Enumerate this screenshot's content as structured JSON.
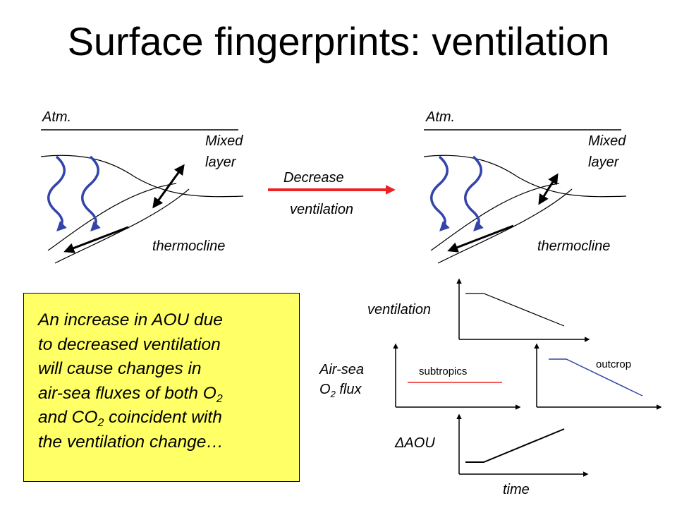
{
  "title": "Surface fingerprints: ventilation",
  "left_panel": {
    "atm_label": "Atm.",
    "mixed_layer_line1": "Mixed",
    "mixed_layer_line2": "layer",
    "thermocline_label": "thermocline"
  },
  "transition": {
    "label_top": "Decrease",
    "label_bottom": "ventilation"
  },
  "right_panel": {
    "atm_label": "Atm.",
    "mixed_layer_line1": "Mixed",
    "mixed_layer_line2": "layer",
    "thermocline_label": "thermocline"
  },
  "graphs": {
    "ventilation_label": "ventilation",
    "airsea_line1": "Air-sea",
    "airsea_line2_prefix": "O",
    "airsea_line2_sub": "2",
    "airsea_line2_suffix": " flux",
    "subtropics_label": "subtropics",
    "outcrop_label": "outcrop",
    "aou_label": "ΔAOU",
    "time_label": "time"
  },
  "callout": {
    "line1": "An increase in AOU due",
    "line2": "to decreased ventilation",
    "line3": "will cause changes in",
    "line4_prefix": "air-sea fluxes of both O",
    "line4_sub": "2",
    "line5_prefix": "and CO",
    "line5_sub": "2",
    "line5_suffix": " coincident with",
    "line6": "the ventilation change…"
  },
  "colors": {
    "wave_blue": "#3344aa",
    "decrease_arrow_red": "#ee2222",
    "subtropics_red": "#ee2222",
    "outcrop_blue": "#3344aa",
    "callout_bg": "#ffff66"
  }
}
